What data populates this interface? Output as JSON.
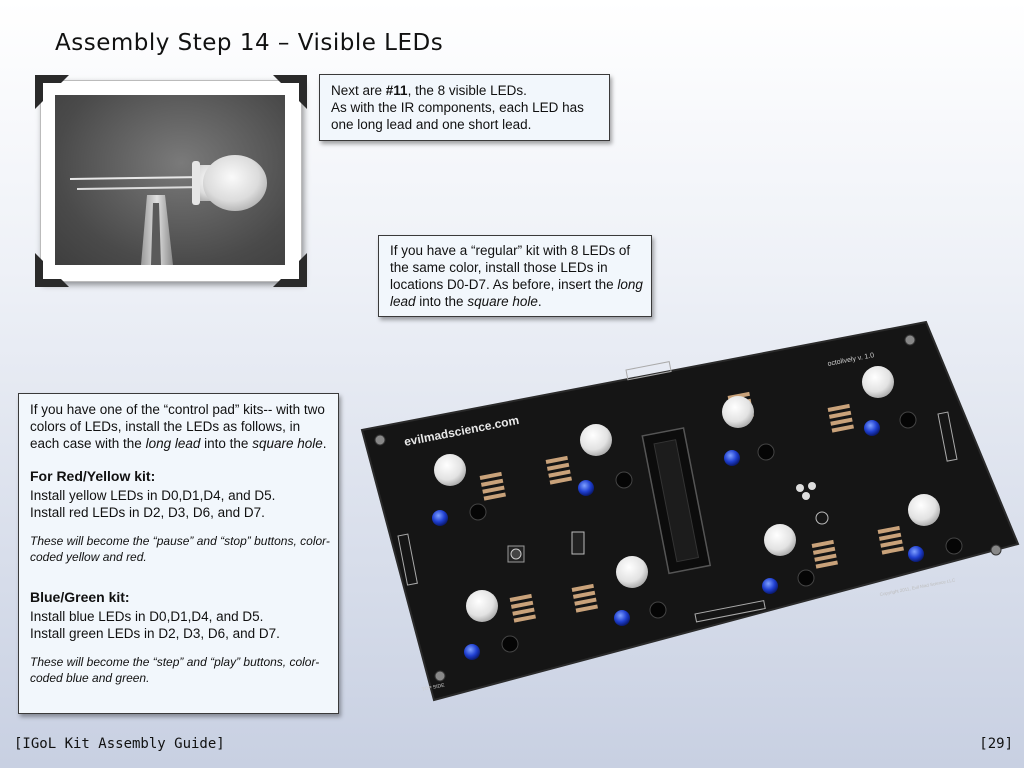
{
  "slide": {
    "title": "Assembly Step 14 – Visible LEDs"
  },
  "note_top": {
    "line1_prefix": "Next are ",
    "line1_bold": "#11",
    "line1_suffix": ", the 8 visible LEDs.",
    "line2": "As with the IR components, each LED has one long lead and one short lead."
  },
  "note_regular": {
    "text_a": "If you have a “regular” kit with 8 LEDs of the same color, install those LEDs in locations D0-D7.  As before, insert the ",
    "italic_a": "long lead",
    "text_b": " into the ",
    "italic_b": "square hole",
    "text_c": "."
  },
  "note_control": {
    "intro_a": "If you have one of the “control pad” kits-- with two colors of LEDs, install the LEDs as follows, in each case with the ",
    "intro_italic_a": "long lead",
    "intro_b": " into the ",
    "intro_italic_b": "square hole",
    "intro_c": ".",
    "ry_heading": "For Red/Yellow kit:",
    "ry_line1": "Install yellow LEDs in D0,D1,D4, and D5.",
    "ry_line2": "Install red LEDs in D2, D3, D6, and D7.",
    "ry_note": "These will become the “pause” and “stop” buttons, color-coded yellow and red.",
    "bg_heading": "Blue/Green kit:",
    "bg_line1": "Install blue LEDs in D0,D1,D4, and D5.",
    "bg_line2": "Install green LEDs in D2, D3, D6, and D7.",
    "bg_note": "These will become the “step” and “play” buttons, color-coded blue and green."
  },
  "board": {
    "silkscreen_url": "evilmadscience.com",
    "silkscreen_model": "octolively v. 1.0",
    "silkscreen_copyright": "Copyright 2011, Evil Mad Science LLC",
    "silkscreen_top": "TOP SIDE"
  },
  "footer": {
    "guide_name": "[IGoL Kit Assembly Guide]",
    "page_number": "[29]"
  },
  "colors": {
    "note_bg": "#f2f7fc",
    "board_black": "#151515",
    "led_white": "#eeeeee",
    "led_blue": "#1f3fd0"
  }
}
